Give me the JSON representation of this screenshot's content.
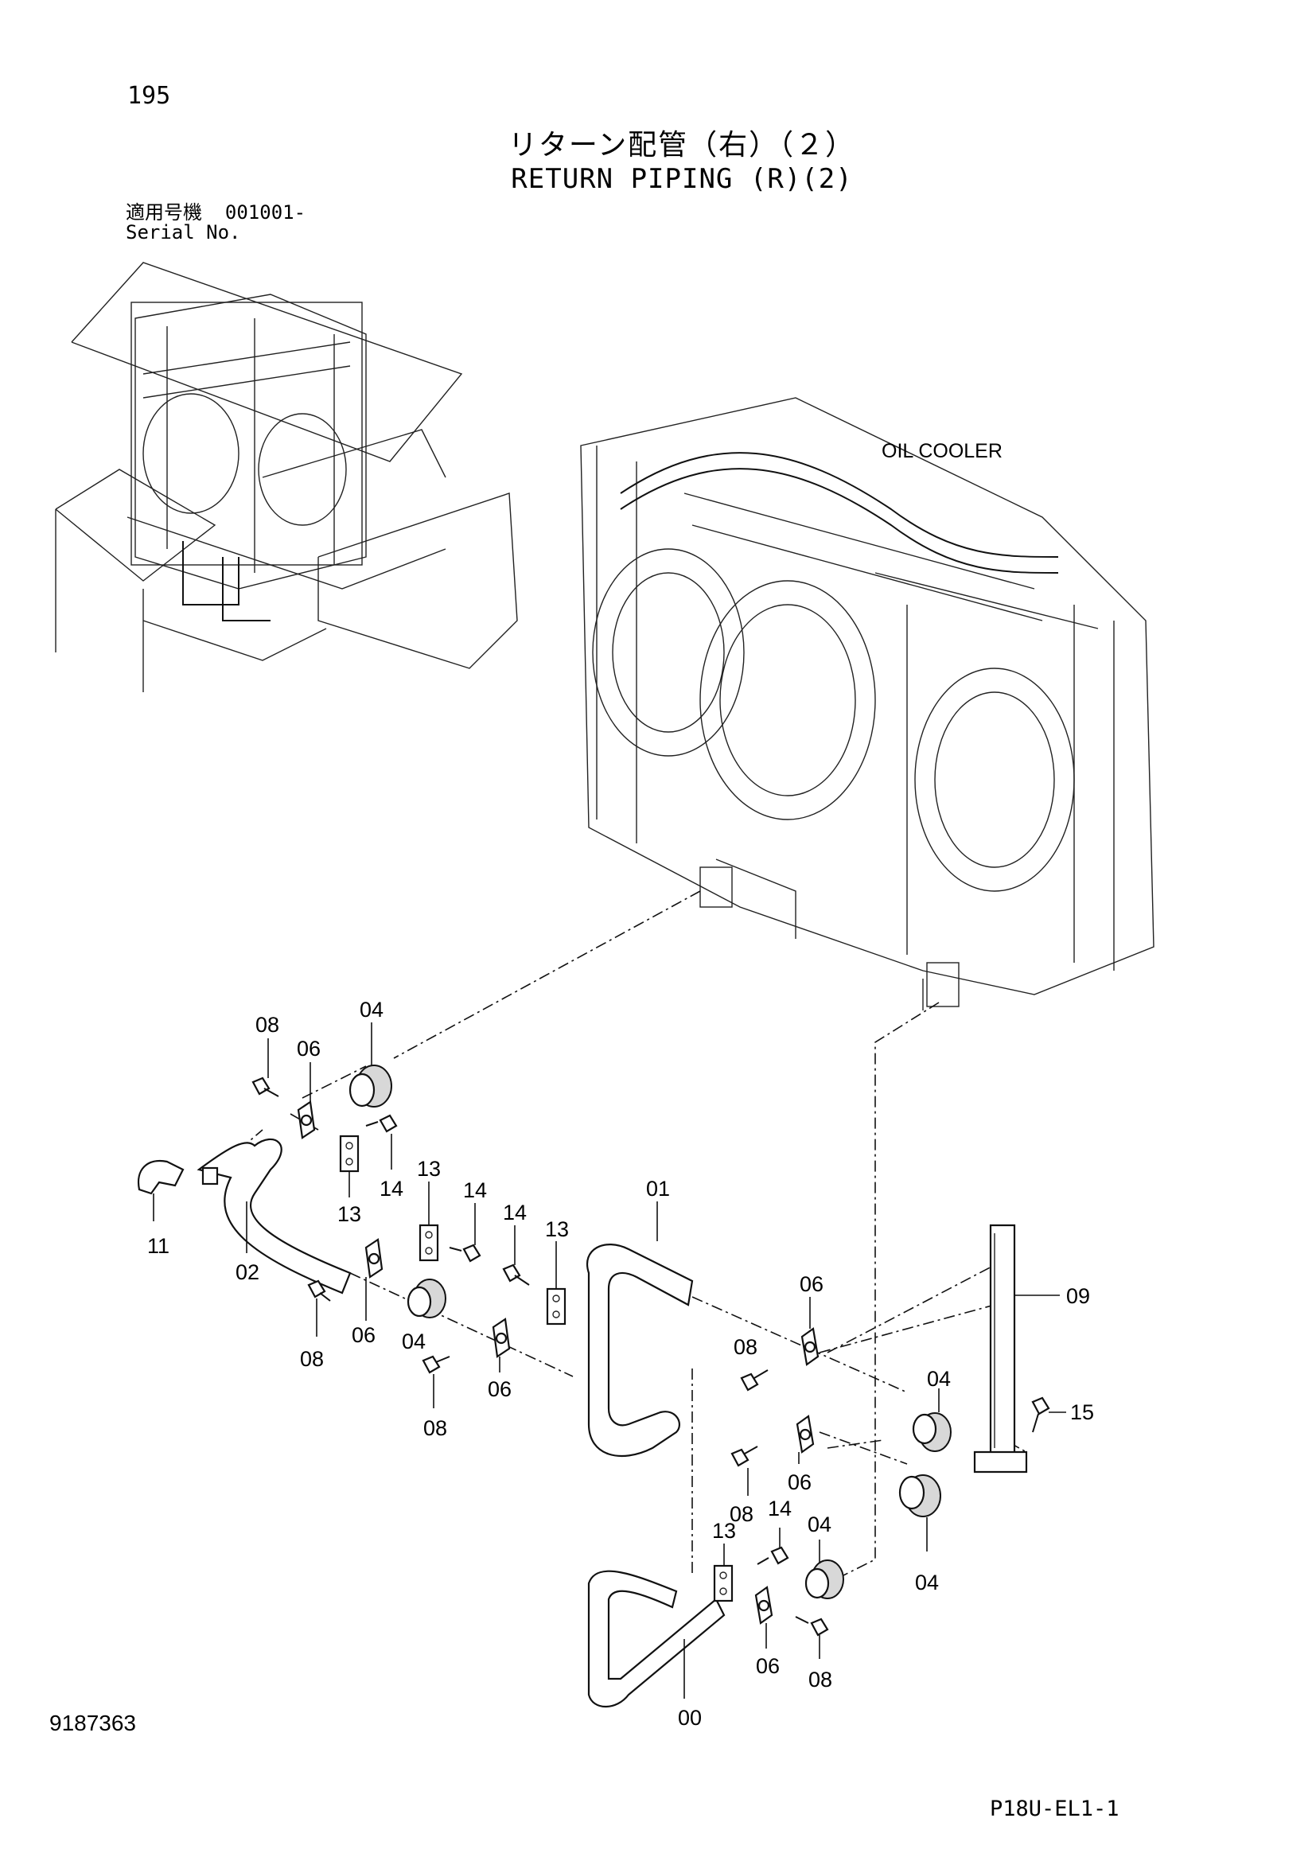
{
  "header": {
    "page_number": "195",
    "title_jp": "リターン配管（右）（２）",
    "title_en": "RETURN PIPING (R)(2)",
    "serial_label_jp": "適用号機",
    "serial_value": "001001-",
    "serial_label_en": "Serial No."
  },
  "diagram": {
    "oil_cooler_label": "OIL COOLER",
    "callouts": [
      "00",
      "01",
      "02",
      "04",
      "06",
      "08",
      "09",
      "11",
      "13",
      "14",
      "15"
    ]
  },
  "footer": {
    "document_number": "9187363",
    "reference_code": "P18U-EL1-1"
  }
}
